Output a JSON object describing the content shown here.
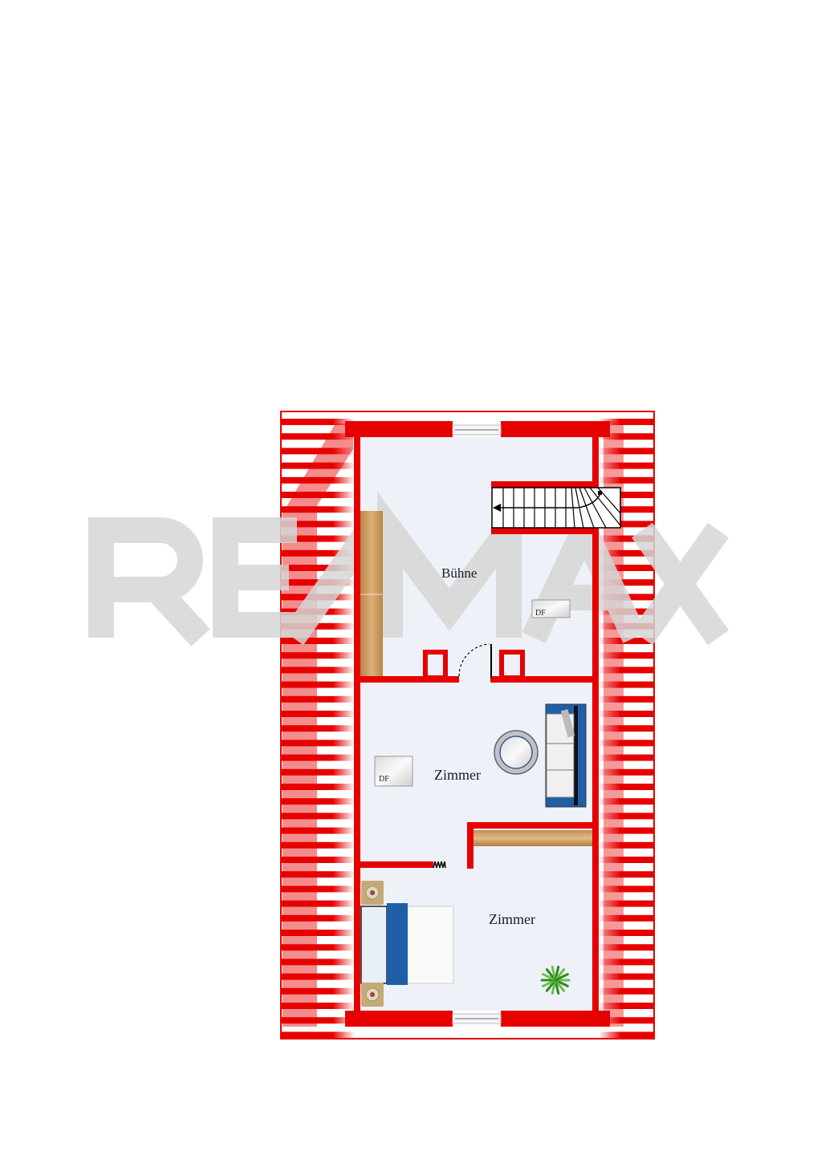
{
  "watermark": {
    "text": "RE/MAX",
    "color": "#d6d6d6"
  },
  "colors": {
    "wall": "#e60000",
    "floor": "#eef1f7",
    "wood": "#c9995a",
    "sofa": "#1f5fa8",
    "plant": "#3a9a2a"
  },
  "rooms": [
    {
      "label": "Bühne"
    },
    {
      "label": "Zimmer"
    },
    {
      "label": "Zimmer"
    }
  ],
  "roof_windows": [
    {
      "label": "DF"
    },
    {
      "label": "DF"
    }
  ],
  "icons": [
    "stairs-icon",
    "door-swing-icon",
    "wardrobe-icon",
    "sofa-icon",
    "round-table-icon",
    "bed-icon",
    "nightstand-icon",
    "plant-icon",
    "radiator-icon",
    "window-icon",
    "chimney-icon"
  ]
}
